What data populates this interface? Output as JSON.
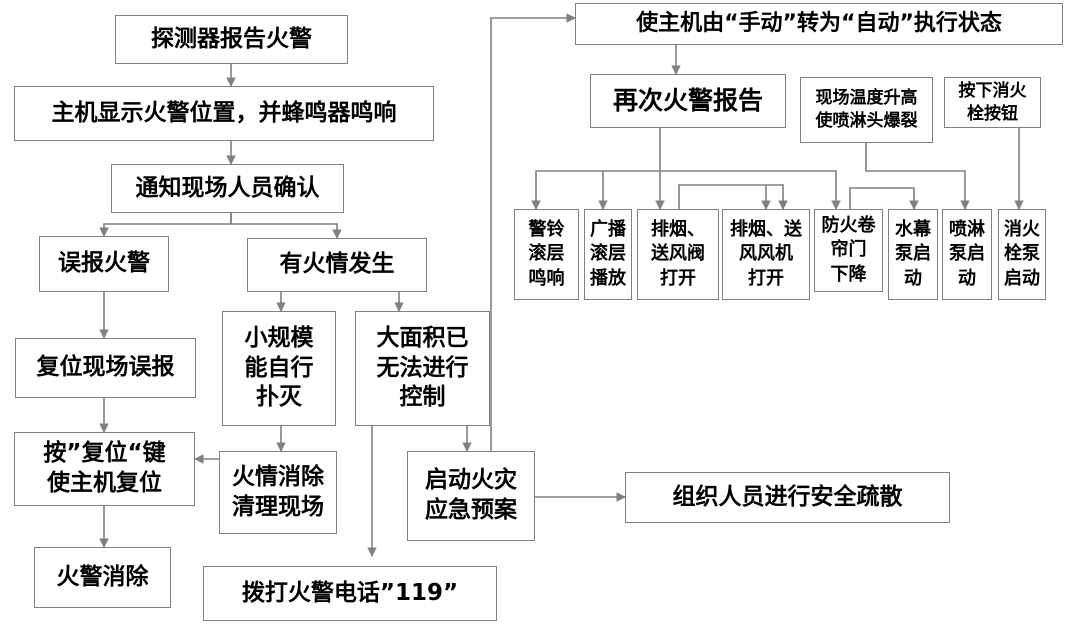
{
  "nodes": {
    "detector_report": "探测器报告火警",
    "host_display": "主机显示火警位置，并蜂鸣器鸣响",
    "notify_confirm": "通知现场人员确认",
    "false_alarm": "误报火警",
    "fire_occurs": "有火情发生",
    "reset_false_alarm": "复位现场误报",
    "small_fire": "小规模\n能自行\n扑灭",
    "large_fire": "大面积已\n无法进行\n控制",
    "press_reset": "按”复位“键\n使主机复位",
    "fire_cleared": "火情消除\n清理现场",
    "start_plan": "启动火灾\n应急预案",
    "organize_evacuation": "组织人员进行安全疏散",
    "alarm_cleared": "火警消除",
    "dial_119": "拨打火警电话”119”",
    "host_auto": "使主机由“手动”转为“自动”执行状态",
    "second_report": "再次火警报告",
    "temp_rise": "现场温度升高\n使喷淋头爆裂",
    "press_hydrant_button": "按下消火\n栓按钮",
    "bell_rings": "警铃\n滚层\n鸣响",
    "broadcast": "广播\n滚层\n播放",
    "smoke_damper_open": "排烟、\n送风阀\n打开",
    "smoke_fan_open": "排烟、送\n风风机\n打开",
    "shutter_down": "防火卷\n帘门\n下降",
    "curtain_pump": "水幕\n泵启\n动",
    "sprinkler_pump": "喷淋\n泵启\n动",
    "hydrant_pump": "消火\n栓泵\n启动"
  },
  "colors": {
    "box_border": "#808080",
    "arrow": "#808080",
    "text": "#000000",
    "background": "#ffffff"
  }
}
